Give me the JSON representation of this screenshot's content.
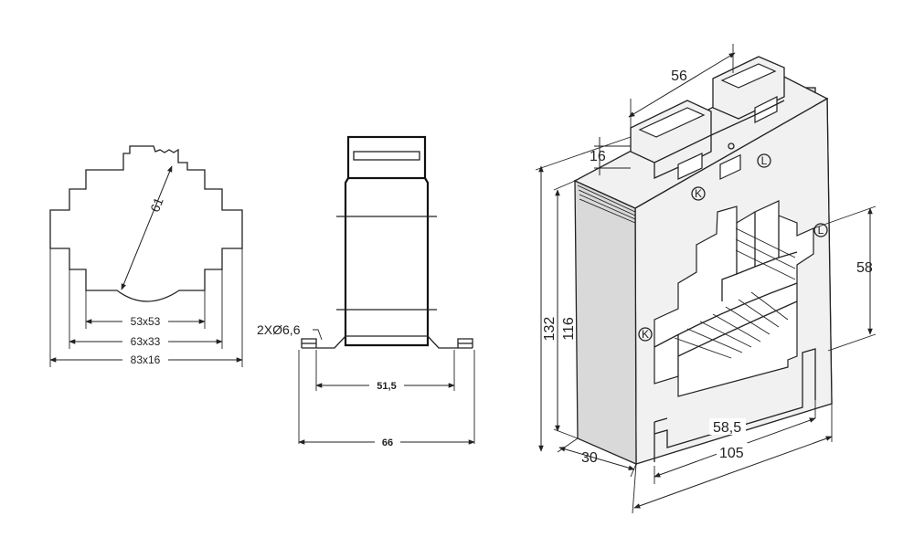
{
  "front_view": {
    "diameter": "61",
    "hole_1": "53x53",
    "hole_2": "63x33",
    "hole_3": "83x16"
  },
  "side_view": {
    "mounting_holes": "2XØ6,6",
    "inner_spacing": "51,5",
    "base_width": "66"
  },
  "iso_view": {
    "top_width": "56",
    "terminal_height": "16",
    "height_total": "132",
    "height_body": "116",
    "depth": "30",
    "window_height": "58",
    "window_width": "58,5",
    "width": "105",
    "marks": {
      "k": "K",
      "l": "L"
    }
  }
}
